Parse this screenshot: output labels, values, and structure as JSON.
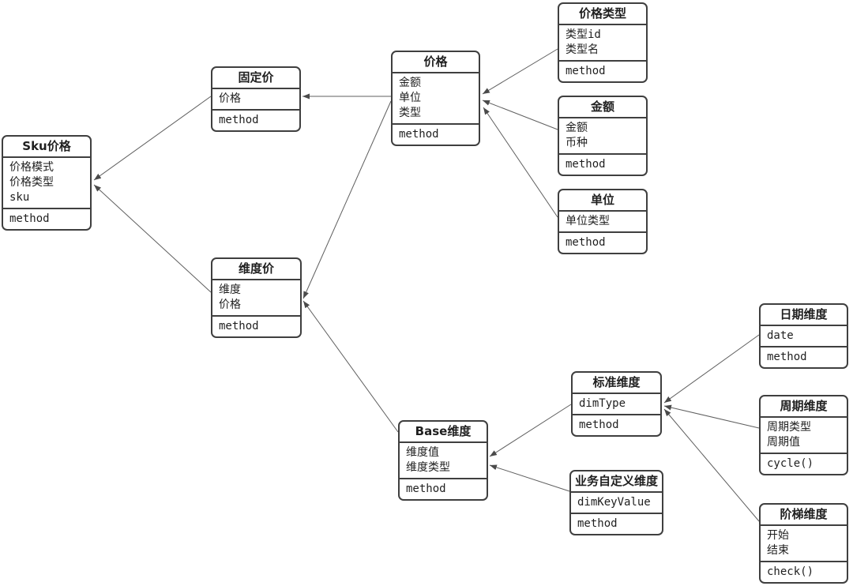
{
  "diagram": {
    "type": "uml-class-diagram",
    "background_color": "#ffffff",
    "box_border_color": "#3f3f3f",
    "edge_line_color": "#5f5f5f",
    "arrowhead_color": "#4a4a4a",
    "text_color": "#1f1f1f"
  },
  "classes": {
    "sku_price": {
      "title": "Sku价格",
      "fields": [
        "价格模式",
        "价格类型",
        "sku"
      ],
      "methods": [
        "method"
      ]
    },
    "fixed_price": {
      "title": "固定价",
      "fields": [
        "价格"
      ],
      "methods": [
        "method"
      ]
    },
    "price": {
      "title": "价格",
      "fields": [
        "金额",
        "单位",
        "类型"
      ],
      "methods": [
        "method"
      ]
    },
    "price_type": {
      "title": "价格类型",
      "fields": [
        "类型id",
        "类型名"
      ],
      "methods": [
        "method"
      ]
    },
    "amount": {
      "title": "金额",
      "fields": [
        "金额",
        "币种"
      ],
      "methods": [
        "method"
      ]
    },
    "unit": {
      "title": "单位",
      "fields": [
        "单位类型"
      ],
      "methods": [
        "method"
      ]
    },
    "dimension_price": {
      "title": "维度价",
      "fields": [
        "维度",
        "价格"
      ],
      "methods": [
        "method"
      ]
    },
    "base_dimension": {
      "title": "Base维度",
      "fields": [
        "维度值",
        "维度类型"
      ],
      "methods": [
        "method"
      ]
    },
    "standard_dimension": {
      "title": "标准维度",
      "fields": [
        "dimType"
      ],
      "methods": [
        "method"
      ]
    },
    "business_custom_dimension": {
      "title": "业务自定义维度",
      "fields": [
        "dimKeyValue"
      ],
      "methods": [
        "method"
      ]
    },
    "date_dimension": {
      "title": "日期维度",
      "fields": [
        "date"
      ],
      "methods": [
        "method"
      ]
    },
    "cycle_dimension": {
      "title": "周期维度",
      "fields": [
        "周期类型",
        "周期值"
      ],
      "methods": [
        "cycle()"
      ]
    },
    "ladder_dimension": {
      "title": "阶梯维度",
      "fields": [
        "开始",
        "结束"
      ],
      "methods": [
        "check()"
      ]
    }
  },
  "edges": [
    {
      "from": "price",
      "to": "fixed_price"
    },
    {
      "from": "fixed_price",
      "to": "sku_price"
    },
    {
      "from": "dimension_price",
      "to": "sku_price"
    },
    {
      "from": "price_type",
      "to": "price"
    },
    {
      "from": "amount",
      "to": "price"
    },
    {
      "from": "unit",
      "to": "price"
    },
    {
      "from": "price",
      "to": "dimension_price"
    },
    {
      "from": "base_dimension",
      "to": "dimension_price"
    },
    {
      "from": "standard_dimension",
      "to": "base_dimension"
    },
    {
      "from": "business_custom_dimension",
      "to": "base_dimension"
    },
    {
      "from": "date_dimension",
      "to": "standard_dimension"
    },
    {
      "from": "cycle_dimension",
      "to": "standard_dimension"
    },
    {
      "from": "ladder_dimension",
      "to": "standard_dimension"
    }
  ]
}
